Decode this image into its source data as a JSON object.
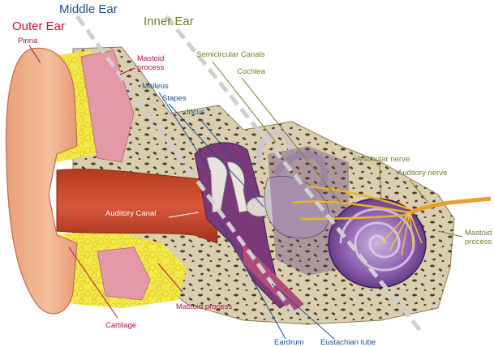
{
  "colors": {
    "outer_ear": "#c8102e",
    "middle_ear": "#1d4f91",
    "inner_ear": "#7a7a2a",
    "labels_red": "#b0124a",
    "labels_blue": "#1d4f91",
    "labels_olive": "#7a7a2a"
  },
  "regions": {
    "outer": "Outer Ear",
    "middle": "Middle Ear",
    "inner": "Inner Ear"
  },
  "labels": {
    "pinna": "Pinna",
    "mastoid_process_top_1": "Mastoid",
    "mastoid_process_top_2": "process",
    "malleus": "Malleus",
    "stapes": "Stapes",
    "incus": "Incus",
    "semicircular_canals": "Semicircular Canals",
    "cochlea": "Cochlea",
    "vestibular_nerve": "Vestibular nerve",
    "auditory_nerve": "Auditory nerve",
    "mastoid_process_right_1": "Mastoid",
    "mastoid_process_right_2": "process",
    "auditory_canal": "Auditory Canal",
    "mastoid_process_bottom": "Mastoid process",
    "cartilage": "Cartilage",
    "eardrum": "Eardrum",
    "eustachian_tube": "Eustachian tube"
  }
}
